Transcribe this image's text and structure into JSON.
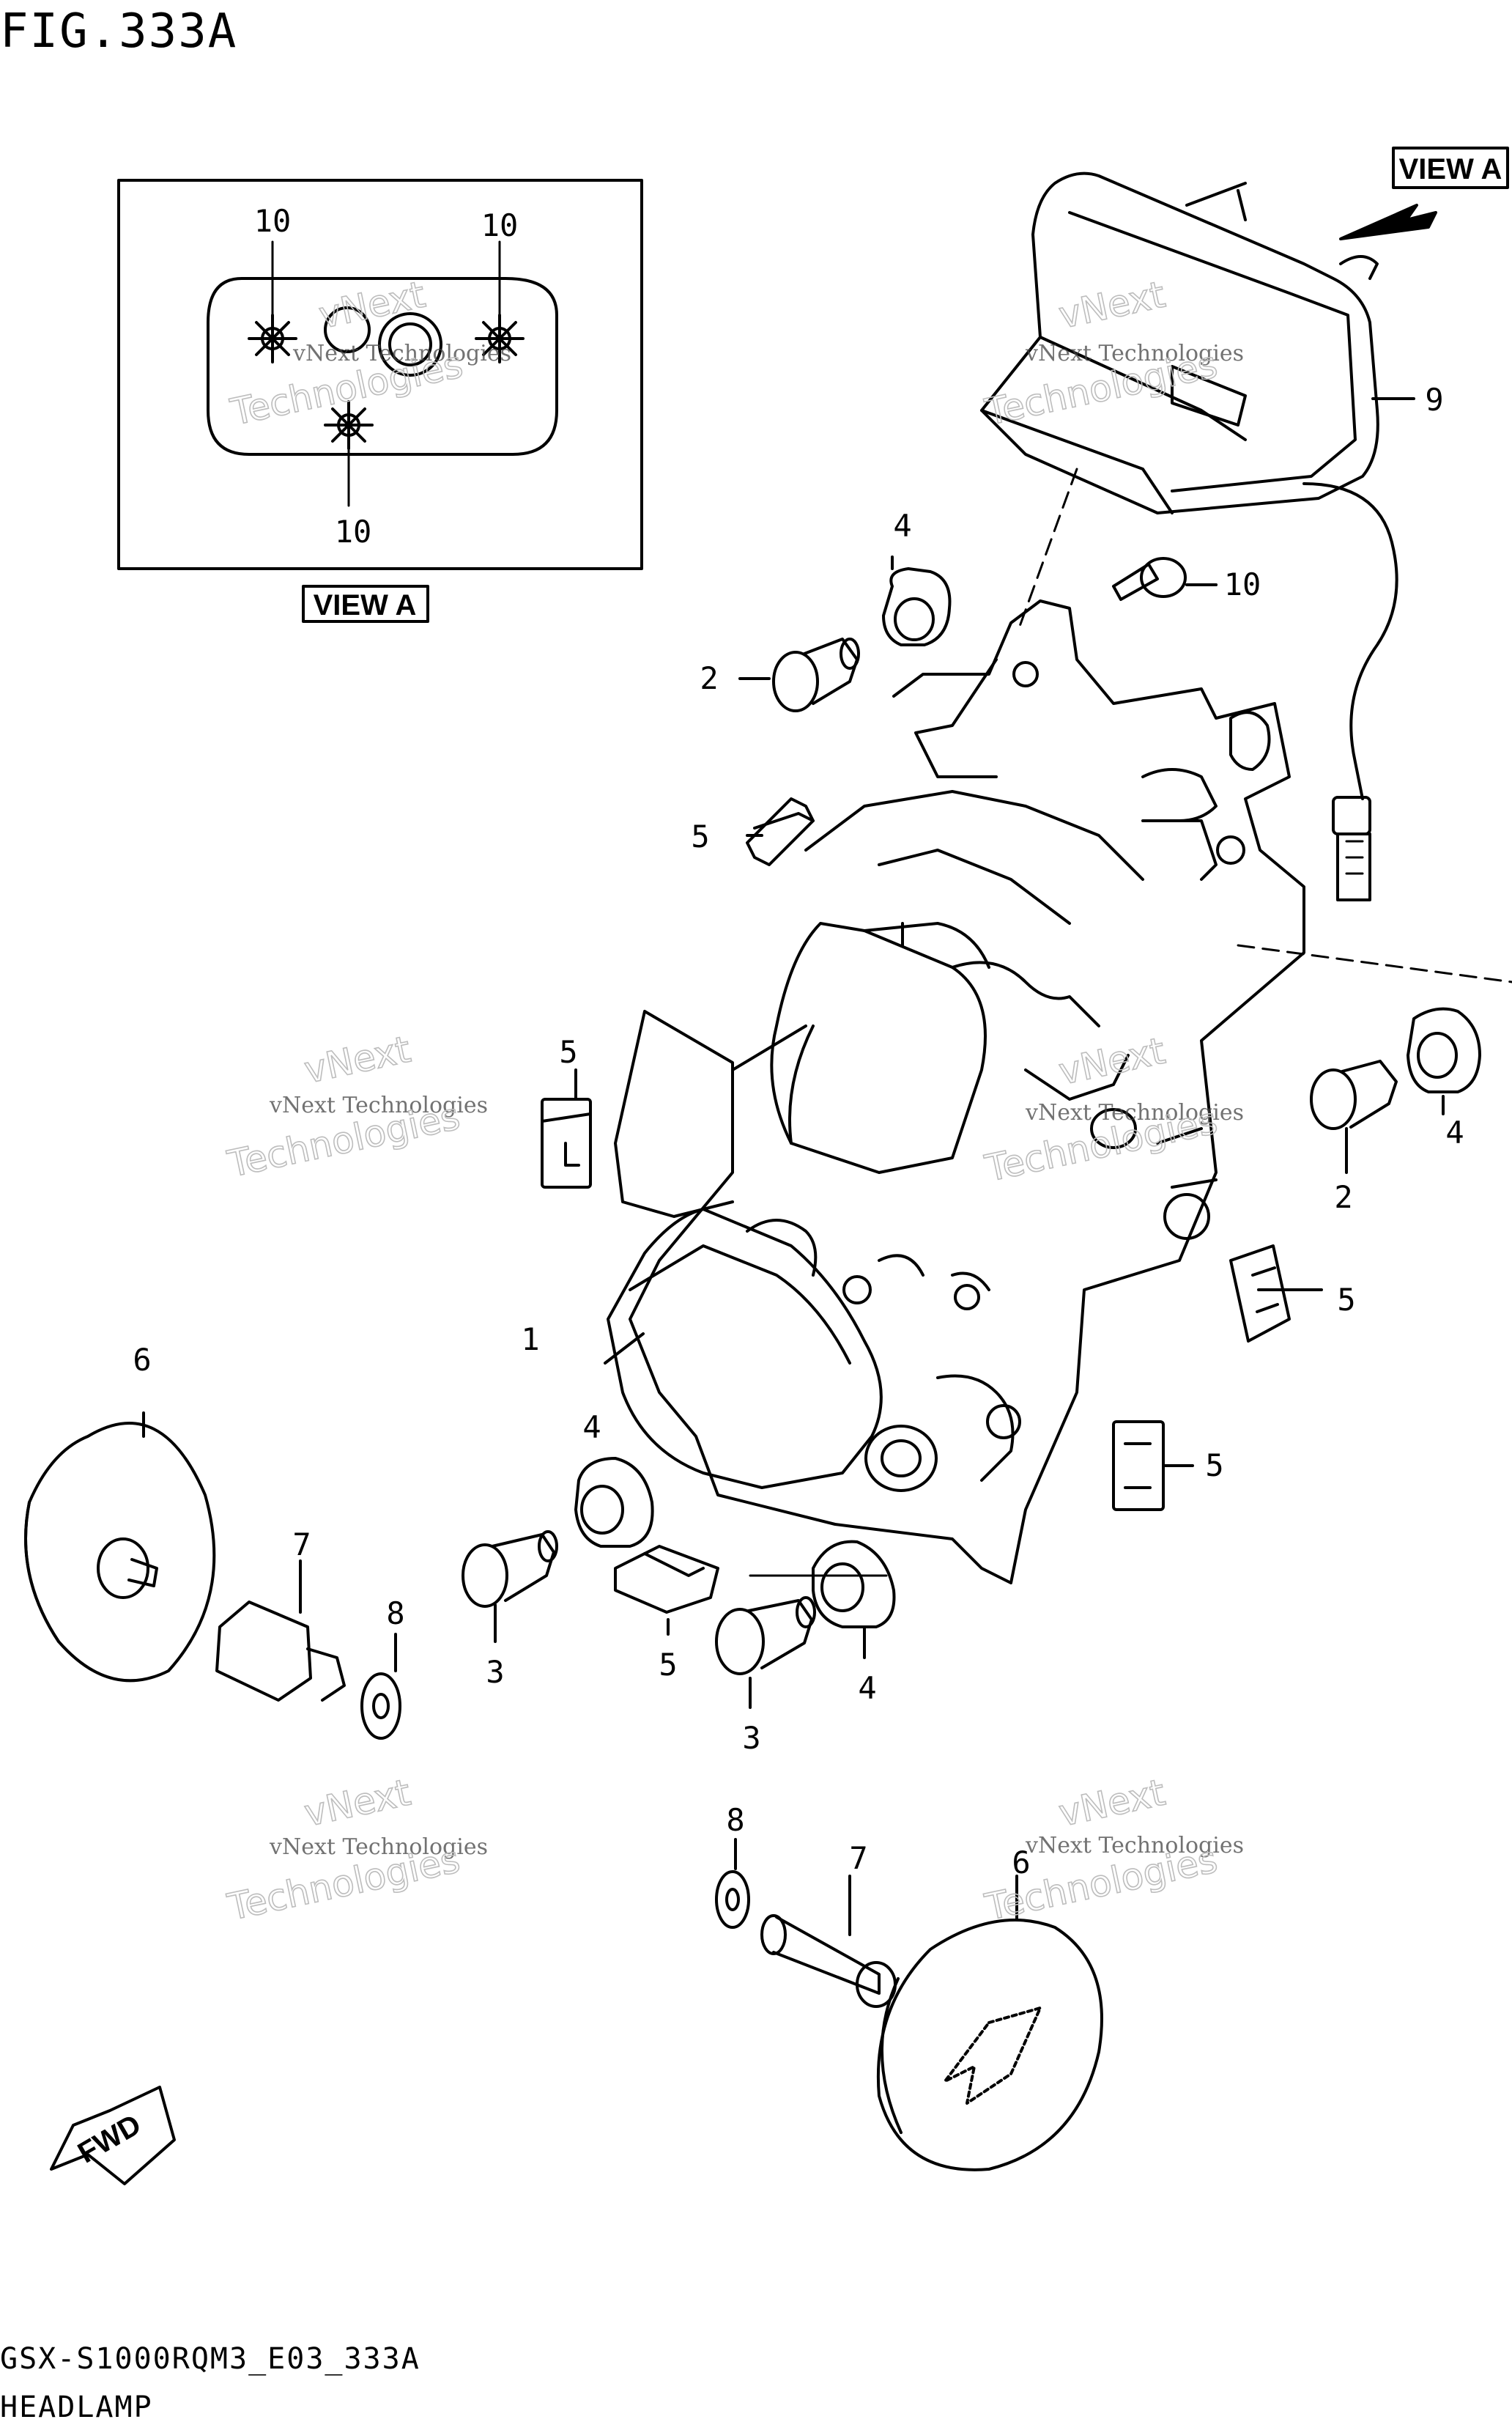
{
  "header": {
    "figure_title": "FIG.333A"
  },
  "footer": {
    "model_code": "GSX-S1000RQM3_E03_333A",
    "section_title": "HEADLAMP"
  },
  "view_a_inset": {
    "tag": "VIEW A",
    "callouts": [
      "10",
      "10",
      "10"
    ]
  },
  "view_a_marker": {
    "tag": "VIEW A"
  },
  "fwd_arrow": {
    "label": "FWD"
  },
  "watermark": {
    "line1": "vNext Technologies",
    "line2": "vNext",
    "line3": "Technologies"
  },
  "callouts": {
    "part_1": "1",
    "part_2_top": "2",
    "part_2_right": "2",
    "part_3_left": "3",
    "part_3_mid": "3",
    "part_4_top": "4",
    "part_4_right": "4",
    "part_4_mid": "4",
    "part_4_low": "4",
    "part_5_top": "5",
    "part_5_left": "5",
    "part_5_right_a": "5",
    "part_5_right_b": "5",
    "part_5_low": "5",
    "part_6_left": "6",
    "part_6_right": "6",
    "part_7_left": "7",
    "part_7_right": "7",
    "part_8_left": "8",
    "part_8_right": "8",
    "part_9": "9",
    "part_10": "10"
  }
}
